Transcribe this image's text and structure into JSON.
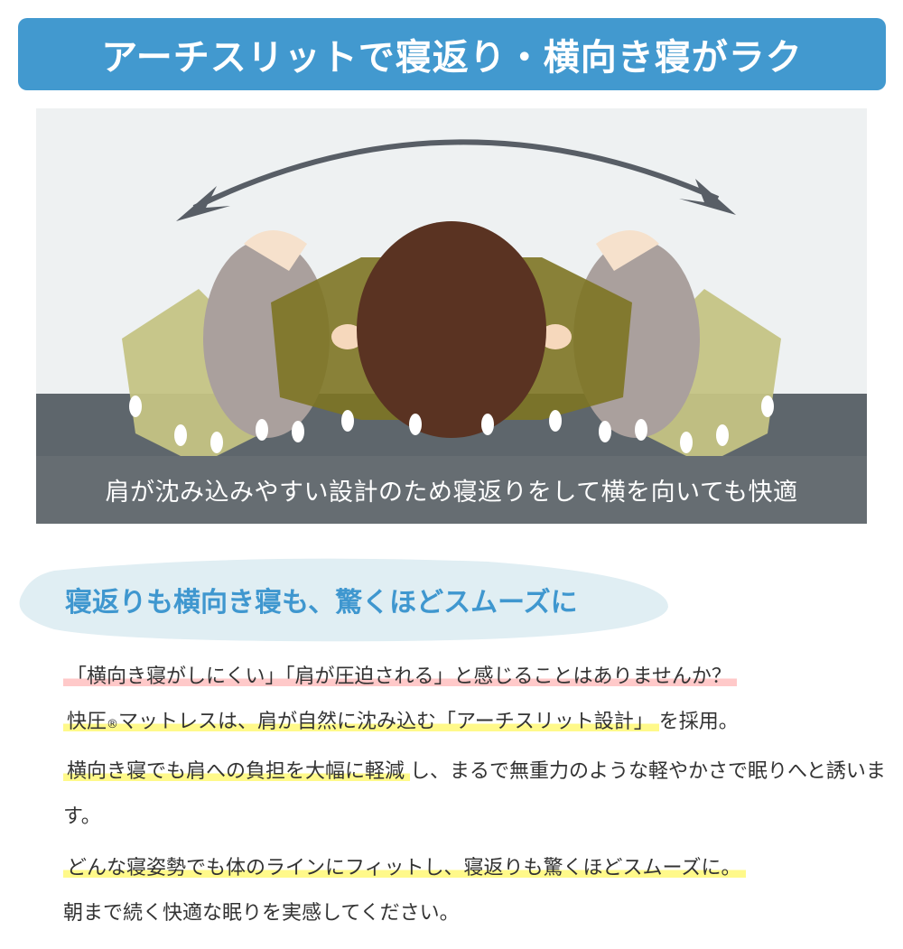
{
  "banner": {
    "title": "アーチスリットで寝返り・横向き寝がラク",
    "bg_color": "#4299cf"
  },
  "illustration": {
    "alt": "寝返りを打つ人物の後頭部と肩が沈み込む様子のイラスト",
    "arrow_icon": "double-headed-curved-arrow",
    "caption": "肩が沈み込みやすい設計のため寝返りをして横を向いても快適"
  },
  "subheading": {
    "text": "寝返りも横向き寝も、驚くほどスムーズに",
    "color": "#3f97cf"
  },
  "body": {
    "p1": {
      "highlight": "「横向き寝がしにくい」「肩が圧迫される」と感じることはありませんか？",
      "highlight_color": "#ffc9c9"
    },
    "p2": {
      "highlight_a": "快圧",
      "reg_mark": "®",
      "highlight_b": "マットレスは、肩が自然に沈み込む「アーチスリット設計」",
      "rest": "を採用。",
      "highlight_color": "#fff98a"
    },
    "p3": {
      "highlight": "横向き寝でも肩への負担を大幅に軽減",
      "rest": "し、まるで無重力のような軽やかさで眠りへと誘います。"
    },
    "p4": {
      "highlight": "どんな寝姿勢でも体のラインにフィットし、寝返りも驚くほどスムーズに。",
      "rest": "朝まで続く快適な眠りを実感してください。"
    }
  }
}
